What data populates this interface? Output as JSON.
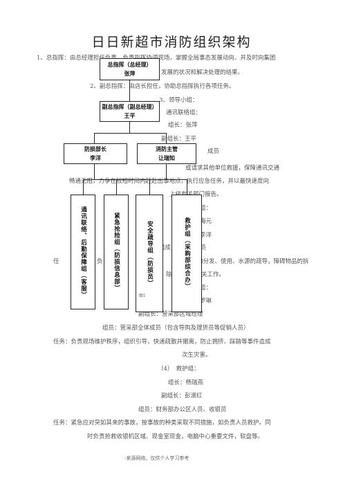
{
  "doc": {
    "title": "日日新超市消防组织架构",
    "lines": [
      "1、总指挥：由总经理担任负责，负责指挥协调现场，掌握全局事态发展动向、并及时向集团",
      "发展的状况和解决处理的结果。",
      "2、副总指挥：由店长担任，协助总指挥执行各项任务。",
      "3、领导小组：",
      "通讯联络组：",
      "组长：张萍",
      "副组长：王平",
      "成员",
      "或请求其他单位救援，保障通讯交通",
      "畅通无阻，力争在较短时间内赶赴出事地点，执行应急任务，并以最快速度向",
      "上级有关部门报告。",
      "组：",
      "海元",
      "李洋",
      "组成员：全体成员",
      "任",
      "负",
      "器材的分发、使用、水源的疏导，障碍物品的拆",
      "除等现场的相关工作。",
      "组：",
      "罗琳",
      "副组长：营采部区域经理",
      "组员：营采部全体成员（包含导购及理货员等促销人员）",
      "任务：负责现场维护秩序，组织引导，快速疏散并撤离，防止拥挤、踩踏等事件造成",
      "次生灾害。",
      "（4）　救护组：",
      "组长：杨瑞燕",
      "副组长：彭淑红",
      "组员：财务部办公区人员、收银员",
      "任务：紧急应对突如其来的事故，按事故的种类采取不同措施，如负责人员救护。同",
      "时负责抢救收银机区域、现金室现金，电脑中心重要文件，软盘等。"
    ],
    "figure_caption": "图1",
    "footer": "-来源网络，仅供个人学习参考"
  },
  "org": {
    "commander": {
      "role": "总指挥（总经理）",
      "name": "张萍"
    },
    "deputy": {
      "role": "副总指挥（副总经理）",
      "name": "王平"
    },
    "fire_prevention": {
      "role": "防损部长",
      "name": "李洋"
    },
    "fire_officer": {
      "role": "消防主管",
      "name": "让瑞知"
    },
    "teams": [
      "通讯联络、后勤保障组（客服）",
      "紧急抢险组（防损信息部）",
      "安全疏导组（防损员）",
      "救护组（采购部综合办）"
    ]
  }
}
